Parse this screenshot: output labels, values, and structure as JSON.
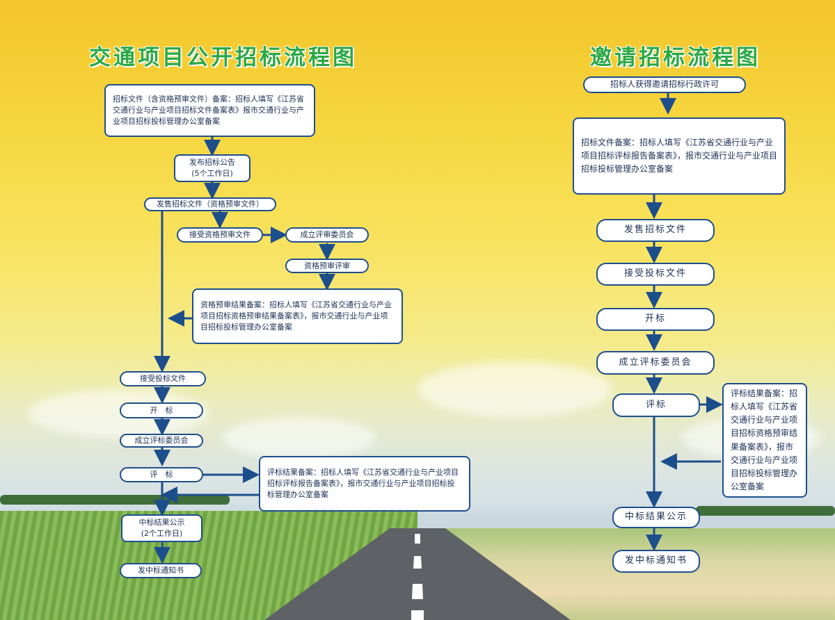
{
  "titles": {
    "left": "交通项目公开招标流程图",
    "right": "邀请招标流程图"
  },
  "left_flow": {
    "filing": "招标文件（含资格预审文件）备案：招标人填写《江苏省交通行业与产业项目招标文件备案表》报市交通行业与产业项目招标投标管理办公室备案",
    "announce_line1": "发布招标公告",
    "announce_line2": "(5个工作日)",
    "sell_docs": "发售招标文件（资格预审文件）",
    "receive_prequal": "接受资格预审文件",
    "prequal_committee": "成立评审委员会",
    "prequal_review": "资格预审评审",
    "prequal_filing": "资格预审结果备案：招标人填写《江苏省交通行业与产业项目招标资格预审结果备案表》，报市交通行业与产业项目招标投标管理办公室备案",
    "receive_bids": "接受投标文件",
    "open_bids": "开　标",
    "eval_committee": "成立评标委员会",
    "evaluate": "评　标",
    "eval_filing": "评标结果备案：招标人填写《江苏省交通行业与产业项目招标评标报告备案表》，报市交通行业与产业项目招标投标管理办公室备案",
    "publicity_line1": "中标结果公示",
    "publicity_line2": "(2个工作日)",
    "notice": "发中标通知书"
  },
  "right_flow": {
    "permit": "招标人获得邀请招标行政许可",
    "filing": "招标文件备案：招标人填写《江苏省交通行业与产业项目招标评标报告备案表》，报市交通行业与产业项目招标投标管理办公室备案",
    "sell_docs": "发售招标文件",
    "receive_bids": "接受投标文件",
    "open_bids": "开标",
    "eval_committee": "成立评标委员会",
    "evaluate": "评标",
    "eval_filing": "评标结果备案：招标人填写《江苏省交通行业与产业项目招标资格预审结果备案表》，报市交通行业与产业项目招标投标管理办公室备案",
    "publicity": "中标结果公示",
    "notice": "发中标通知书"
  },
  "colors": {
    "title_green": "#2aa845",
    "box_border": "#1d4e8c",
    "arrow": "#1d4e8c"
  }
}
